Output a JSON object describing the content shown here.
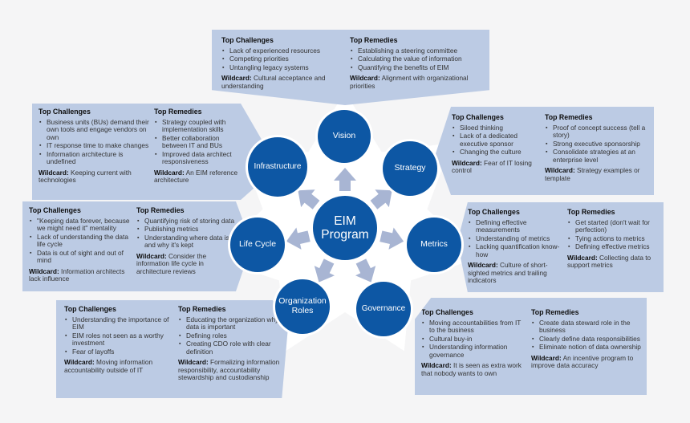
{
  "hub": {
    "label": "EIM Program"
  },
  "nodes": {
    "vision": {
      "label": "Vision"
    },
    "strategy": {
      "label": "Strategy"
    },
    "metrics": {
      "label": "Metrics"
    },
    "governance": {
      "label": "Governance"
    },
    "organization_roles": {
      "label": "Organization Roles"
    },
    "life_cycle": {
      "label": "Life Cycle"
    },
    "infrastructure": {
      "label": "Infrastructure"
    }
  },
  "labels": {
    "challenges_title": "Top Challenges",
    "remedies_title": "Top Remedies",
    "wildcard": "Wildcard:"
  },
  "boxes": {
    "vision": {
      "challenges": [
        "Lack of experienced resources",
        "Competing priorities",
        "Untangling legacy systems"
      ],
      "challenges_wildcard": "Cultural acceptance and understanding",
      "remedies": [
        "Establishing a steering committee",
        "Calculating the value of information",
        "Quantifying the benefits of EIM"
      ],
      "remedies_wildcard": "Alignment with organizational priorities"
    },
    "infrastructure": {
      "challenges": [
        "Business units (BUs) demand their own tools and engage vendors on own",
        "IT response time to make changes",
        "Information architecture is undefined"
      ],
      "challenges_wildcard": "Keeping current with technologies",
      "remedies": [
        "Strategy coupled with implementation skills",
        "Better collaboration between IT and BUs",
        "Improved data architect responsiveness"
      ],
      "remedies_wildcard": "An EIM reference architecture"
    },
    "strategy": {
      "challenges": [
        "Siloed thinking",
        "Lack of a dedicated executive sponsor",
        "Changing the culture"
      ],
      "challenges_wildcard": "Fear of IT losing control",
      "remedies": [
        "Proof of concept success (tell a story)",
        "Strong executive sponsorship",
        "Consolidate strategies at an enterprise level"
      ],
      "remedies_wildcard": "Strategy examples or template"
    },
    "life_cycle": {
      "challenges": [
        "\"Keeping data forever, because we might need it\" mentality",
        "Lack of understanding the data life cycle",
        "Data is out of sight and out of mind"
      ],
      "challenges_wildcard": "Information architects lack influence",
      "remedies": [
        "Quantifying risk of storing data",
        "Publishing metrics",
        "Understanding where data is and why it's kept"
      ],
      "remedies_wildcard": "Consider the information life cycle in architecture reviews"
    },
    "metrics": {
      "challenges": [
        "Defining effective measurements",
        "Understanding of metrics",
        "Lacking quantification know-how"
      ],
      "challenges_wildcard": "Culture of short-sighted metrics and trailing indicators",
      "remedies": [
        "Get started (don't wait for perfection)",
        "Tying actions to metrics",
        "Defining effective metrics"
      ],
      "remedies_wildcard": "Collecting data to support metrics"
    },
    "organization_roles": {
      "challenges": [
        "Understanding the importance of EIM",
        "EIM roles not seen as a worthy investment",
        "Fear of layoffs"
      ],
      "challenges_wildcard": "Moving information accountability outside of IT",
      "remedies": [
        "Educating the organization why data is important",
        "Defining roles",
        "Creating CDO role with clear definition"
      ],
      "remedies_wildcard": "Formalizing information responsibility, accountability stewardship and custodianship"
    },
    "governance": {
      "challenges": [
        "Moving accountabilities from IT to the business",
        "Cultural buy-in",
        "Understanding information governance"
      ],
      "challenges_wildcard": "It is seen as extra work that nobody wants to own",
      "remedies": [
        "Create data steward role in the business",
        "Clearly define data responsibilities",
        "Eliminate notion of data ownership"
      ],
      "remedies_wildcard": "An incentive program to improve data accuracy"
    }
  },
  "colors": {
    "node_fill": "#0d57a4",
    "callout_fill": "#bccbe4",
    "arrow": "#a8b5d3",
    "background": "#f5f5f6",
    "star": "#ffffff",
    "text": "#333333"
  }
}
